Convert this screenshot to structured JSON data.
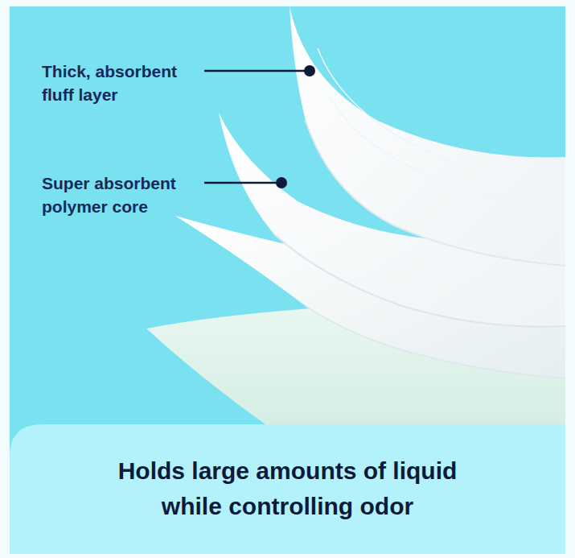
{
  "diagram": {
    "caption": "Holds large amounts of liquid while controlling odor",
    "labels": [
      "Thick, absorbent fluff layer",
      "Super absorbent polymer core"
    ]
  }
}
